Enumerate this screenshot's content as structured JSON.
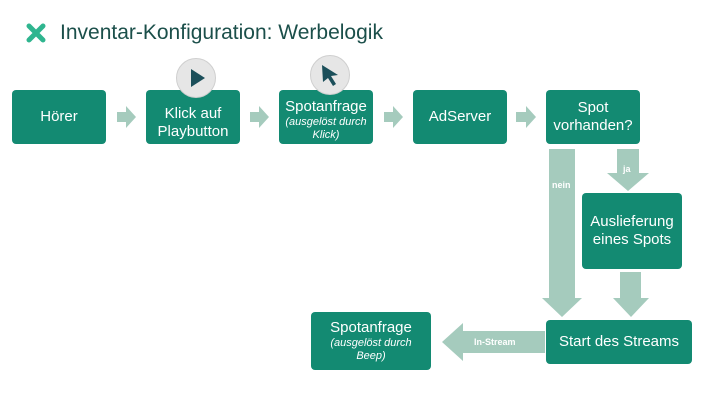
{
  "header": {
    "title": "Inventar-Konfiguration: Werbelogik",
    "icon": "x-mark-icon"
  },
  "colors": {
    "box": "#138a72",
    "arrow": "#a5cbbd",
    "title": "#1b4f4a",
    "icon": "#2fb58f"
  },
  "nodes": {
    "hoerer": "Hörer",
    "klick": "Klick auf Playbutton",
    "spotanfrage_title": "Spotanfrage",
    "spotanfrage_sub": "(ausgelöst durch Klick)",
    "adserver": "AdServer",
    "spot": "Spot vorhanden?",
    "auslieferung": "Auslieferung eines Spots",
    "start": "Start des Streams",
    "spotanfrage2_title": "Spotanfrage",
    "spotanfrage2_sub": "(ausgelöst durch Beep)"
  },
  "edge_labels": {
    "nein": "nein",
    "ja": "ja",
    "instream": "In-Stream"
  },
  "icons": {
    "play": "play-icon",
    "cursor": "cursor-icon"
  }
}
